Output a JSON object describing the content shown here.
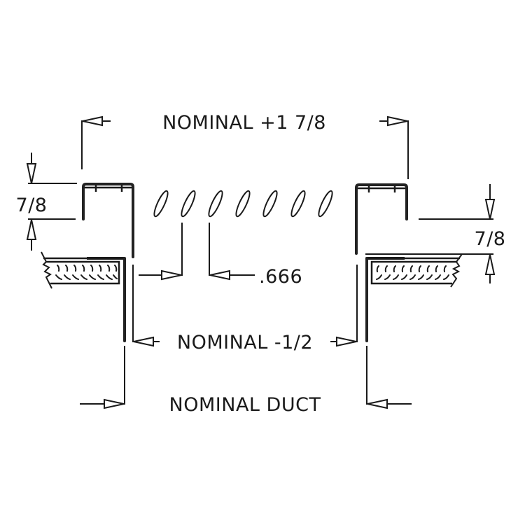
{
  "diagram": {
    "type": "grille frame cross-section dimension drawing",
    "background": "#ffffff",
    "line_color": "#1a1a1a",
    "labels": {
      "top_width": "NOMINAL +1 7/8",
      "left_flange_height": "7/8",
      "right_flange_height": "7/8",
      "blade_spacing": ".666",
      "inner_opening": "NOMINAL -1/2",
      "duct_size": "NOMINAL DUCT"
    },
    "blades": {
      "count": 7,
      "style": "angled-elliptical"
    },
    "components": [
      "left-frame-channel",
      "right-frame-channel",
      "left-duct-wall-with-insulation",
      "right-duct-wall-with-insulation",
      "deflection-blades"
    ]
  }
}
